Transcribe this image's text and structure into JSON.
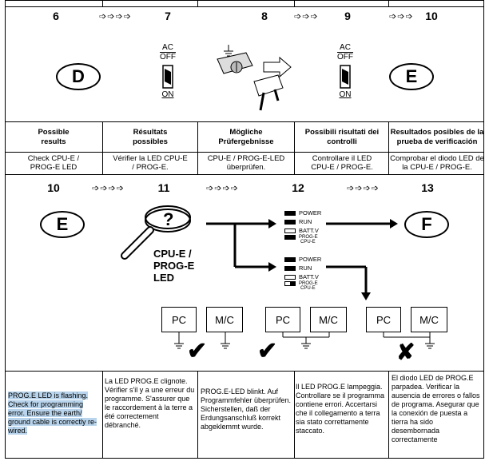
{
  "top_steps": {
    "n6": "6",
    "n7": "7",
    "n8": "8",
    "n9": "9",
    "n10": "10"
  },
  "middle_steps": {
    "n10": "10",
    "n11": "11",
    "n12": "12",
    "n13": "13"
  },
  "arrow_glyph": "➩➩➩➩",
  "arrow_glyph3": "➩➩➩",
  "ovals": {
    "d": "D",
    "e_top": "E",
    "e_mid": "E",
    "f": "F"
  },
  "switch": {
    "ac": "AC",
    "off": "OFF",
    "on": "ON"
  },
  "headers": [
    "Possible results",
    "Résultats possibles",
    "Mögliche Prüfergebnisse",
    "Possibili risultati dei controlli",
    "Resultados posibles de la prueba de verificación"
  ],
  "checks": [
    "Check CPU-E / PROG-E LED",
    "Vérifier la LED CPU-E / PROG-E.",
    "CPU-E / PROG-E-LED überprüfen.",
    "Controllare il LED CPU-E / PROG-E.",
    "Comprobar el diodo LED de la CPU-E / PROG-E."
  ],
  "cpu_label": "CPU-E / PROG-E LED",
  "led_panel": {
    "power": "POWER",
    "run": "RUN",
    "batt": "BATT.V",
    "prog": "PROG-E",
    "cpu": "CPU-E"
  },
  "devices": {
    "pc": "PC",
    "mc": "M/C"
  },
  "marks": {
    "ok": "✔",
    "bad": "✘"
  },
  "bottom_texts": {
    "en": "PROG.E LED is flashing. Check for programming error. Ensure the earth/ ground cable is correctly re-wired.",
    "fr": "La LED PROG.E clignote. Vérifier s'il y a une erreur du programme. S'assurer que le raccordement à la terre a été correctement débranché.",
    "de": "PROG.E-LED blinkt. Auf Programmfehler überprüfen. Sicherstellen, daß der Erdungsanschluß korrekt abgeklemmt wurde.",
    "it": "Il LED PROG.E lampeggia. Controllare se il programma contiene errori. Accertarsi che il collegamento a terra sia stato correttamente staccato.",
    "es": "El diodo LED de PROG.E parpadea. Verificar la ausencia de errores o fallos de programa. Asegurar que la conexión de puesta a tierra ha sido desembornada correctamente"
  }
}
